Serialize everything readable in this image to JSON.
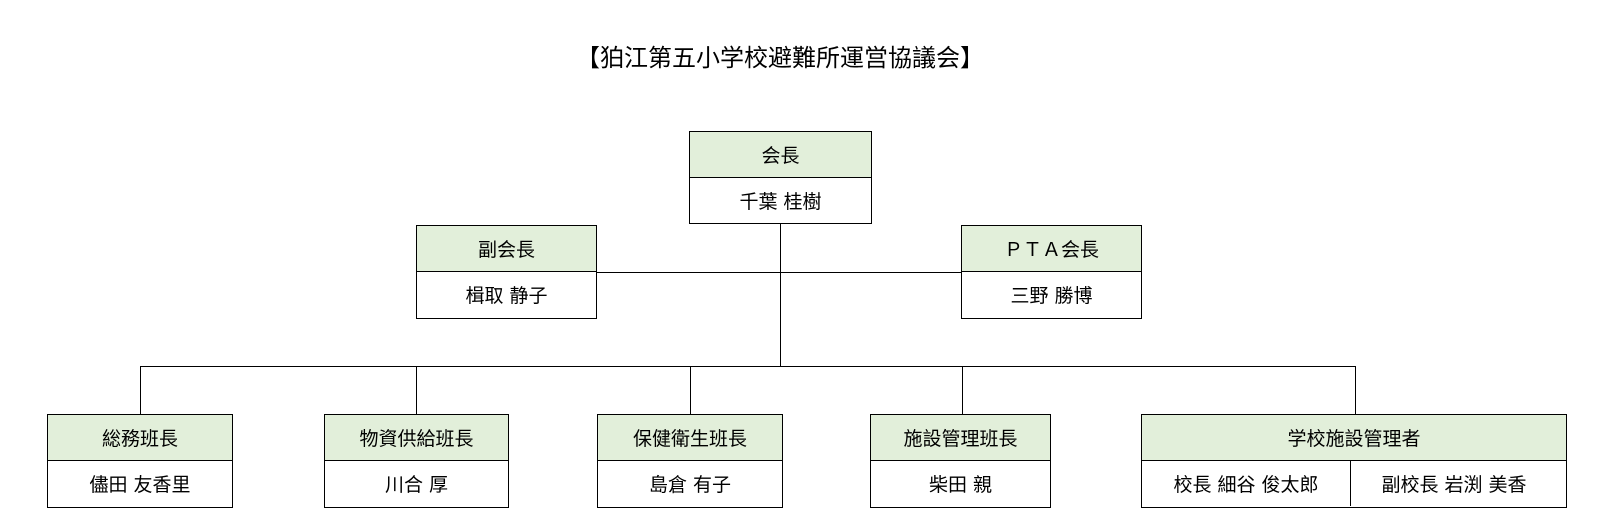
{
  "title": "【狛江第五小学校避難所運営協議会】",
  "nodes": {
    "chair": {
      "role": "会長",
      "name": "千葉 桂樹"
    },
    "vice_chair": {
      "role": "副会長",
      "name": "楫取 静子"
    },
    "pta_chair": {
      "role": "ＰＴＡ会長",
      "name": "三野 勝博"
    },
    "general_affairs": {
      "role": "総務班長",
      "name": "儘田 友香里"
    },
    "supplies": {
      "role": "物資供給班長",
      "name": "川合 厚"
    },
    "health": {
      "role": "保健衛生班長",
      "name": "島倉 有子"
    },
    "facility": {
      "role": "施設管理班長",
      "name": "柴田 親"
    },
    "school_facility_manager": {
      "role": "学校施設管理者",
      "members": [
        "校長 細谷 俊太郎",
        "副校長 岩渕 美香"
      ]
    }
  },
  "colors": {
    "header_fill": "#e2efda",
    "line": "#000000"
  }
}
